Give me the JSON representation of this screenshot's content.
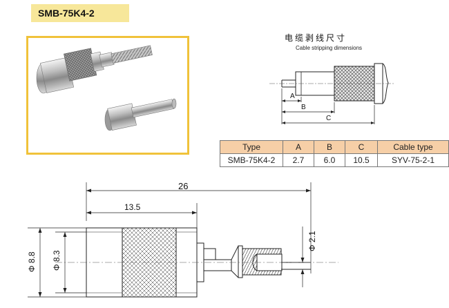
{
  "header": {
    "title": "SMB-75K4-2"
  },
  "stripping": {
    "title_cn": "电缆剥线尺寸",
    "title_en": "Cable stripping dimensions",
    "labels": {
      "a": "A",
      "b": "B",
      "c": "C"
    }
  },
  "spec_table": {
    "headers": [
      "Type",
      "A",
      "B",
      "C",
      "Cable type"
    ],
    "row": [
      "SMB-75K4-2",
      "2.7",
      "6.0",
      "10.5",
      "SYV-75-2-1"
    ]
  },
  "drawing": {
    "length_total": "26",
    "length_partial": "13.5",
    "dia_outer": "Φ 8.8",
    "dia_inner": "Φ 8.3",
    "dia_pin": "Φ 2.1"
  }
}
